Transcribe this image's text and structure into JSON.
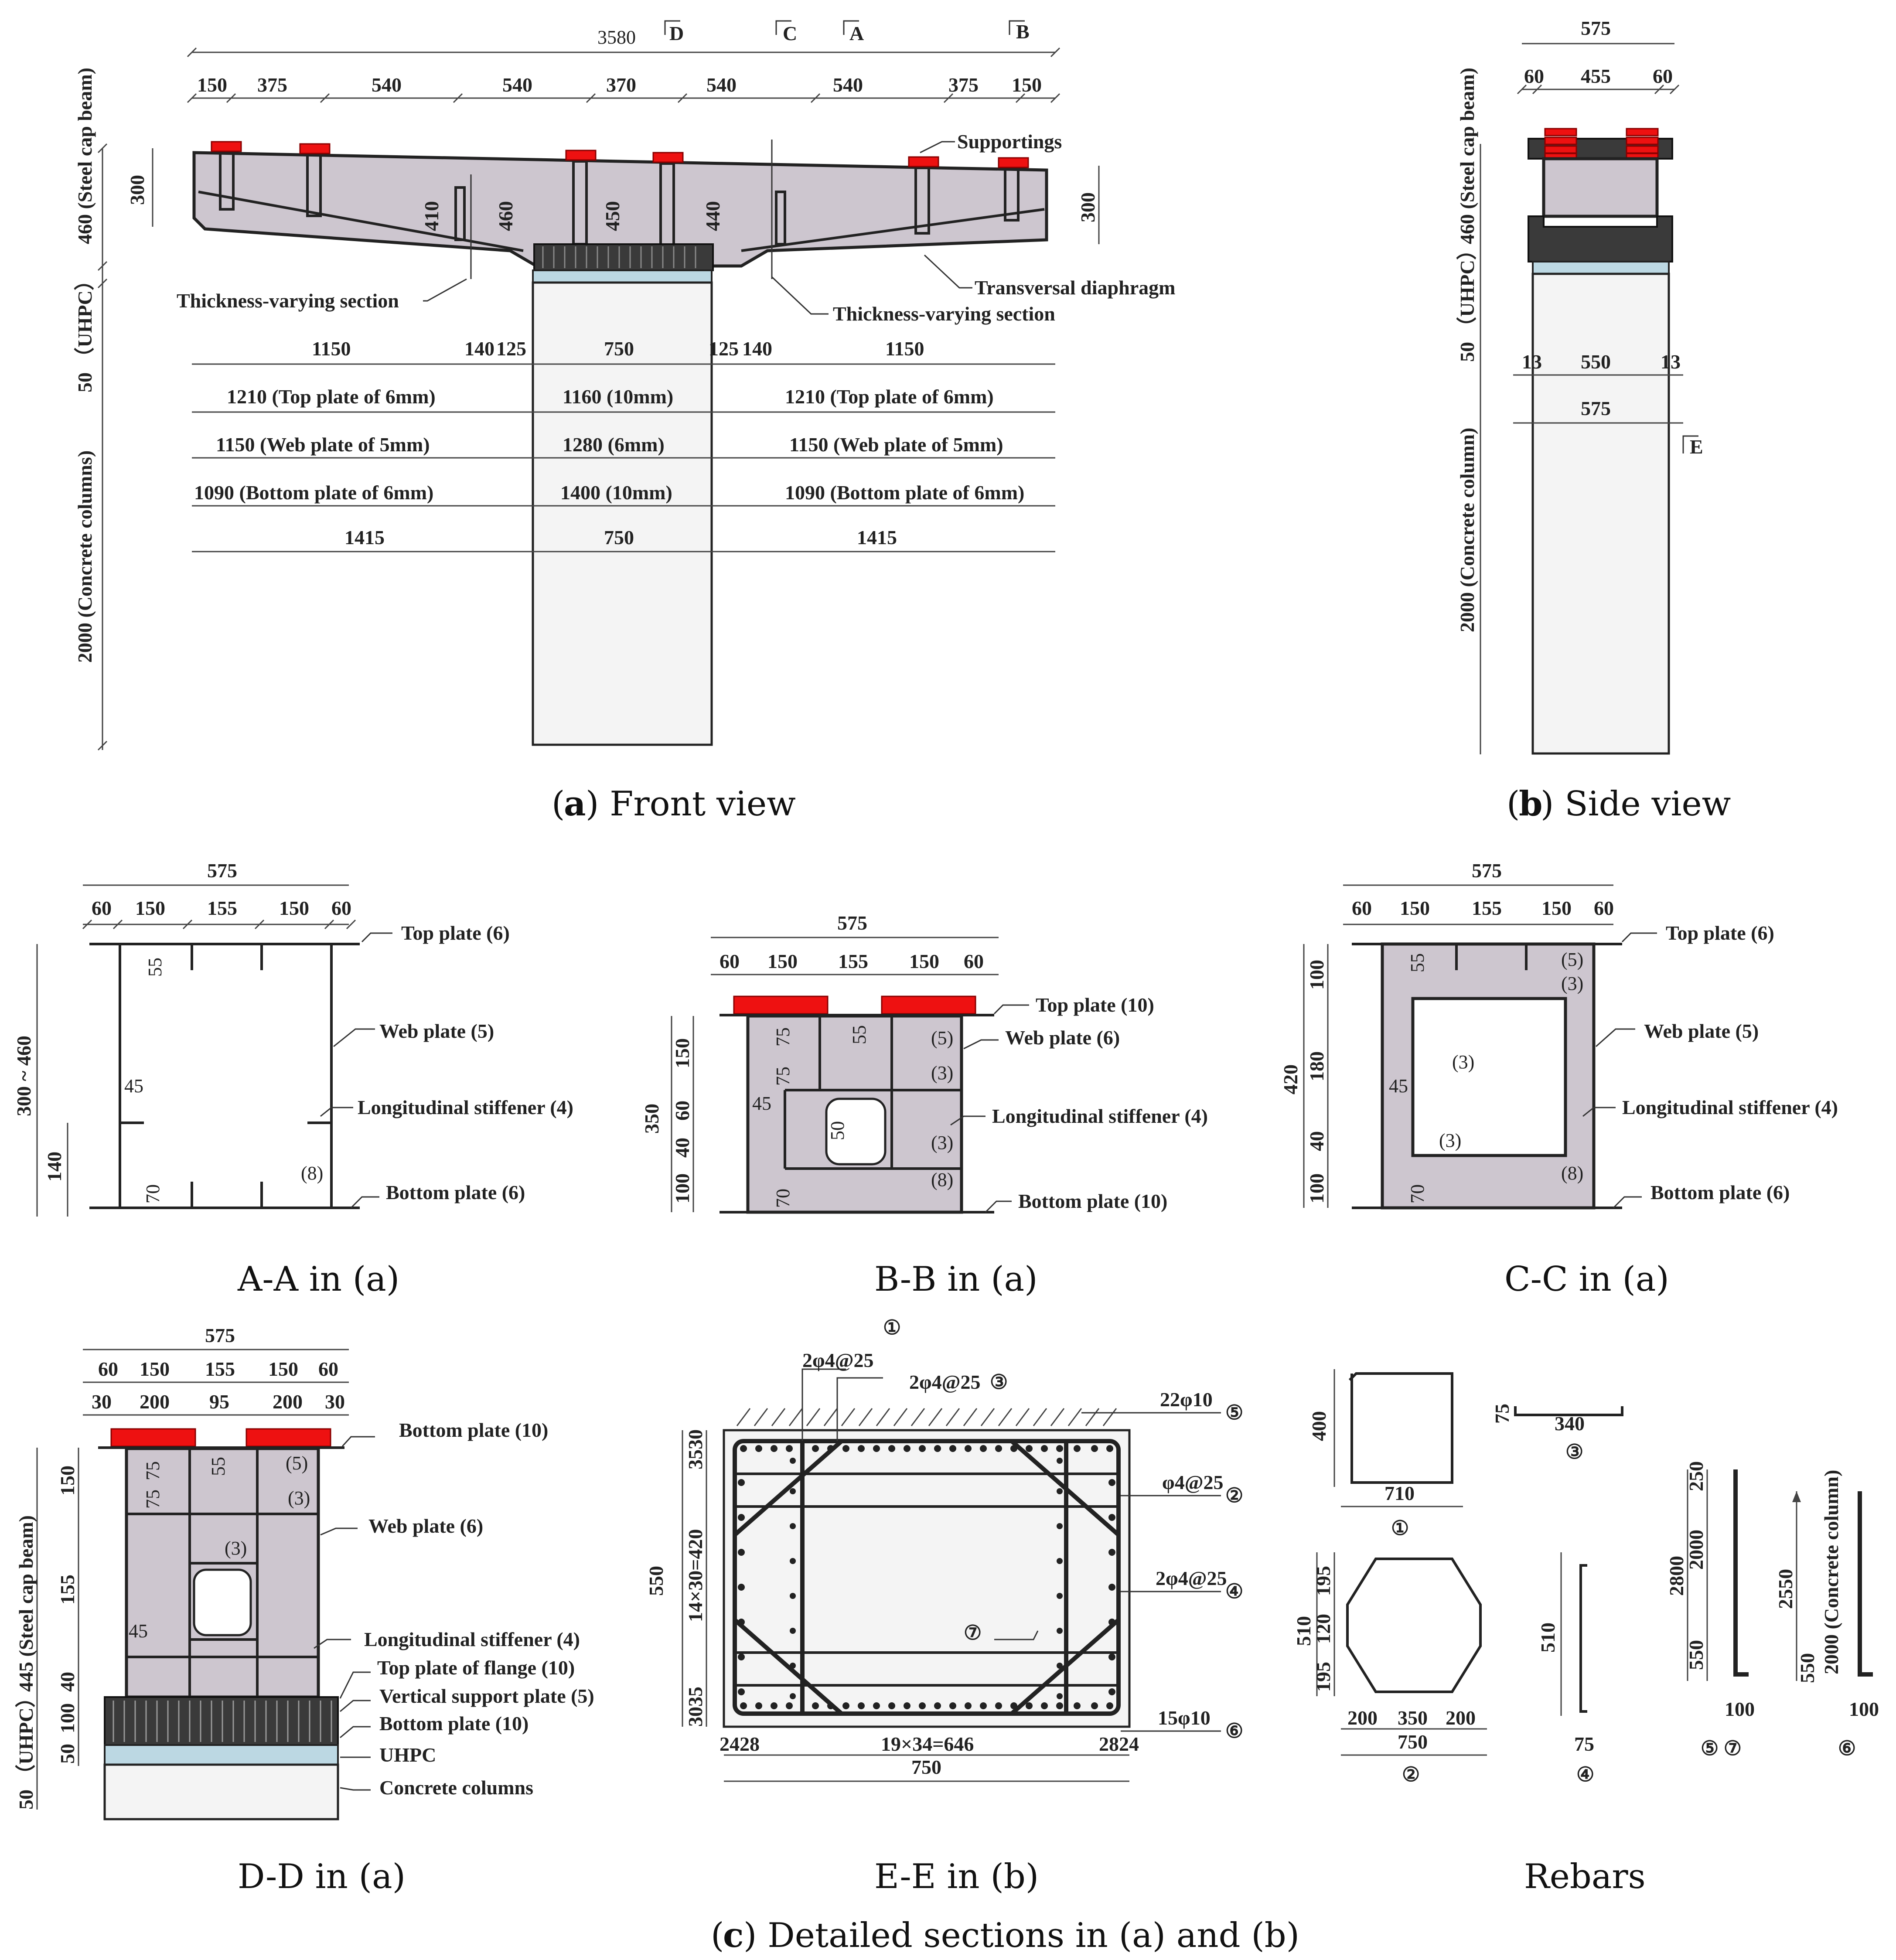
{
  "front_view": {
    "total": "3580",
    "section_marks": [
      "D",
      "C",
      "A",
      "B"
    ],
    "top_dims": [
      "150",
      "375",
      "540",
      "540",
      "370",
      "540",
      "540",
      "375",
      "150"
    ],
    "left_labels": [
      "460 (Steel cap beam)",
      "50 （UHPC）",
      "2000 (Concrete columns)"
    ],
    "local_dims": [
      "300",
      "410",
      "460",
      "450",
      "440",
      "300"
    ],
    "annotations": {
      "supportings": "Supportings",
      "thickness_left": "Thickness-varying section",
      "diaphragm": "Transversal diaphragm",
      "thickness_right": "Thickness-varying section"
    },
    "row1": [
      "1150",
      "140",
      "125",
      "750",
      "125",
      "140",
      "1150"
    ],
    "row2": [
      "1210 (Top plate of 6mm)",
      "1160 (10mm)",
      "1210 (Top plate of 6mm)"
    ],
    "row3": [
      "1150 (Web plate of 5mm)",
      "1280 (6mm)",
      "1150 (Web plate of 5mm)"
    ],
    "row4": [
      "1090 (Bottom plate of 6mm)",
      "1400 (10mm)",
      "1090 (Bottom plate of 6mm)"
    ],
    "row5": [
      "1415",
      "750",
      "1415"
    ],
    "caption_letter": "a",
    "caption_text": ") Front view"
  },
  "side_view": {
    "top_total": "575",
    "top_dims": [
      "60",
      "455",
      "60"
    ],
    "left_labels": [
      "460 (Steel cap beam)",
      "50 （UHPC）",
      "2000 (Concrete column)"
    ],
    "mid_dims": [
      "13",
      "550",
      "13"
    ],
    "mid_total": "575",
    "section_mark": "E",
    "caption_letter": "b",
    "caption_text": ") Side view"
  },
  "section_aa": {
    "total": "575",
    "dims": [
      "60",
      "150",
      "155",
      "150",
      "60"
    ],
    "vert": [
      "300 ~ 460",
      "140"
    ],
    "small": [
      "55",
      "45",
      "70"
    ],
    "labels": [
      "Top plate (6)",
      "Web plate (5)",
      "Longitudinal stiffener (4)",
      "Bottom plate (6)"
    ],
    "weld": "(8)",
    "caption": "A-A in (a)"
  },
  "section_bb": {
    "total": "575",
    "dims": [
      "60",
      "150",
      "155",
      "150",
      "60"
    ],
    "vert": [
      "350",
      "150",
      "60",
      "40",
      "100"
    ],
    "small": [
      "75",
      "55",
      "75",
      "45",
      "50",
      "70"
    ],
    "labels": [
      "Top plate (10)",
      "Web plate (6)",
      "Longitudinal stiffener (4)",
      "Bottom plate (10)"
    ],
    "welds": [
      "(5)",
      "(3)",
      "(3)",
      "(8)"
    ],
    "caption": "B-B in (a)"
  },
  "section_cc": {
    "total": "575",
    "dims": [
      "60",
      "150",
      "155",
      "150",
      "60"
    ],
    "vert": [
      "420",
      "100",
      "180",
      "40",
      "100"
    ],
    "small": [
      "55",
      "45",
      "70"
    ],
    "labels": [
      "Top plate (6)",
      "Web plate (5)",
      "Longitudinal stiffener (4)",
      "Bottom plate (6)"
    ],
    "welds": [
      "(5)",
      "(3)",
      "(3)",
      "(3)",
      "(8)"
    ],
    "caption": "C-C in (a)"
  },
  "section_dd": {
    "total": "575",
    "dims1": [
      "60",
      "150",
      "155",
      "150",
      "60"
    ],
    "dims2": [
      "30",
      "200",
      "95",
      "200",
      "30"
    ],
    "vert": [
      "445 (Steel cap beam)",
      "150",
      "155",
      "40",
      "100",
      "50 （UHPC）",
      "50"
    ],
    "small": [
      "75",
      "55",
      "75",
      "45"
    ],
    "labels": [
      "Bottom plate (10)",
      "Web plate (6)",
      "Longitudinal stiffener (4)",
      "Top plate of flange (10)",
      "Vertical support plate (5)",
      "Bottom plate (10)",
      "UHPC",
      "Concrete columns"
    ],
    "welds": [
      "(5)",
      "(3)",
      "(3)"
    ],
    "caption": "D-D in (a)"
  },
  "section_ee": {
    "labels": [
      "2φ4@25",
      "2φ4@25",
      "22φ10",
      "φ4@25",
      "2φ4@25",
      "15φ10"
    ],
    "circled": [
      "①",
      "③",
      "⑤",
      "②",
      "④",
      "⑦",
      "⑥"
    ],
    "vert": [
      "550",
      "3530",
      "14×30=420",
      "3035"
    ],
    "bottom": [
      "2428",
      "19×34=646",
      "2824",
      "750"
    ],
    "caption": "E-E in (b)"
  },
  "rebars": {
    "r1": [
      "400",
      "710",
      "①"
    ],
    "r3": [
      "75",
      "340",
      "③"
    ],
    "r2": [
      "510",
      "195",
      "120",
      "195",
      "200",
      "350",
      "200",
      "750",
      "②"
    ],
    "r4": [
      "510",
      "75",
      "④"
    ],
    "r57": [
      "2800",
      "250",
      "2000",
      "550",
      "100",
      "⑤ ⑦"
    ],
    "r6": [
      "2550",
      "2000 (Concrete column)",
      "550",
      "100",
      "⑥"
    ],
    "caption": "Rebars"
  },
  "caption_c": {
    "letter": "c",
    "text": ") Detailed sections in (a) and (b)"
  }
}
